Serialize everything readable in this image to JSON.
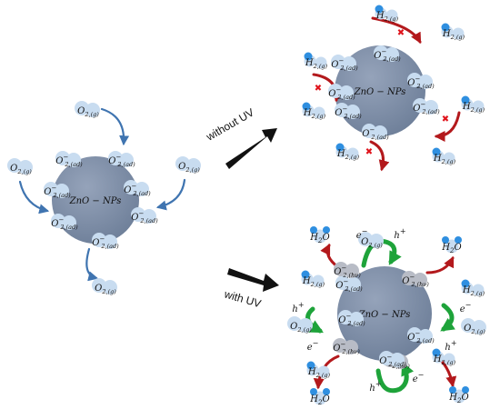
{
  "labels": {
    "without_uv": "without UV",
    "with_uv": "with UV",
    "nanoparticle": "ZnO − NPs"
  },
  "species": {
    "o2_gas": [
      "O",
      "2,(g)"
    ],
    "o2_ads": [
      "O",
      "−",
      "2,(ad)"
    ],
    "o2_hv": [
      "O",
      "−",
      "2,(hν)"
    ],
    "h2_gas": [
      "H",
      "2,(g)"
    ],
    "h2o": [
      "H",
      "2",
      "O"
    ],
    "electron": [
      "e",
      "−"
    ],
    "hole": [
      "h",
      "+"
    ]
  },
  "blocked_mark": "✖",
  "colors": {
    "particle": "#7f8fa8",
    "o2_bubble": "#c8dcf0",
    "h_atom": "#2f8fe0",
    "blue_arrow": "#3f74b0",
    "red_arrow": "#b3191c",
    "green_arrow": "#1ea33a",
    "block_x": "#e0141c"
  }
}
